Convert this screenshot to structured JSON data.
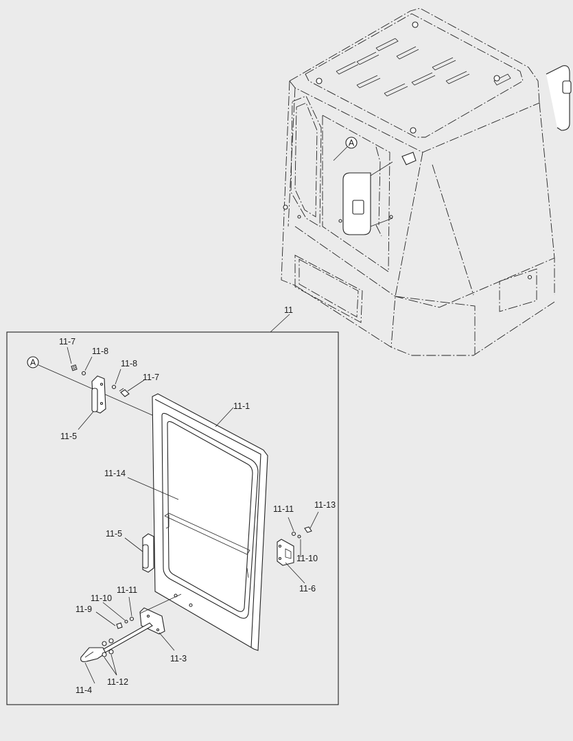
{
  "figure_id": "11",
  "detail_marker": "A",
  "callouts": {
    "c11_1": "11-1",
    "c11_3": "11-3",
    "c11_4": "11-4",
    "c11_5_top": "11-5",
    "c11_5_mid": "11-5",
    "c11_6": "11-6",
    "c11_7_left": "11-7",
    "c11_7_right": "11-7",
    "c11_8_left": "11-8",
    "c11_8_right": "11-8",
    "c11_9": "11-9",
    "c11_10_right": "11-10",
    "c11_10_left": "11-10",
    "c11_11_right": "11-11",
    "c11_11_left": "11-11",
    "c11_12": "11-12",
    "c11_13": "11-13",
    "c11_14": "11-14"
  },
  "colors": {
    "background": "#ebebeb",
    "line": "#222222",
    "part_fill": "#ffffff"
  }
}
